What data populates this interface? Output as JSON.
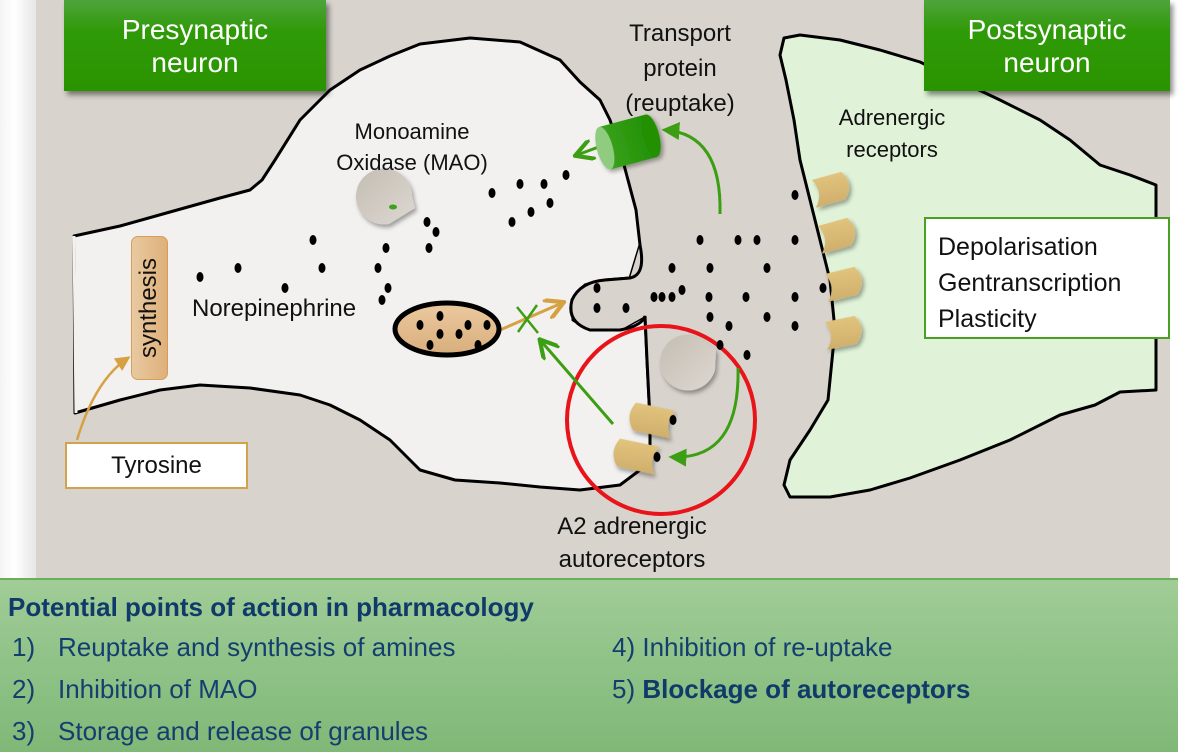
{
  "labels": {
    "presynaptic": [
      "Presynaptic",
      "neuron"
    ],
    "postsynaptic": [
      "Postsynaptic",
      "neuron"
    ],
    "mao": [
      "Monoamine",
      "Oxidase (MAO)"
    ],
    "transport": [
      "Transport",
      "protein",
      "(reuptake)"
    ],
    "adrenergic_receptors": [
      "Adrenergic",
      "receptors"
    ],
    "norepinephrine": "Norepinephrine",
    "synthesis": "synthesis",
    "tyrosine": "Tyrosine",
    "a2_autoreceptors": [
      "A2 adrenergic",
      "autoreceptors"
    ]
  },
  "effects": [
    "Depolarisation",
    "Gentranscription",
    "Plasticity"
  ],
  "pharmacology": {
    "title": "Potential points of action in pharmacology",
    "items": [
      {
        "num": "1)",
        "text": "Reuptake and synthesis of amines",
        "bold": false
      },
      {
        "num": "2)",
        "text": "Inhibition of MAO",
        "bold": false
      },
      {
        "num": "3)",
        "text": "Storage and release of granules",
        "bold": false
      },
      {
        "num": "4)",
        "text": "Inhibition of re-uptake",
        "bold": false
      },
      {
        "num": "5)",
        "text": "Blockage of autoreceptors",
        "bold": true
      }
    ]
  },
  "colors": {
    "label_green": "#2f9a07",
    "postsynaptic_fill": "#e0f3d8",
    "presynaptic_fill": "#f2f1ef",
    "synaptic_cleft": "#d8d3cd",
    "highlight_circle": "#e8141a",
    "arrow_green": "#3c9e13",
    "arrow_gold": "#d6a142",
    "receptor_tan": "#dcc07f",
    "text_navy": "#0f3a6a"
  }
}
